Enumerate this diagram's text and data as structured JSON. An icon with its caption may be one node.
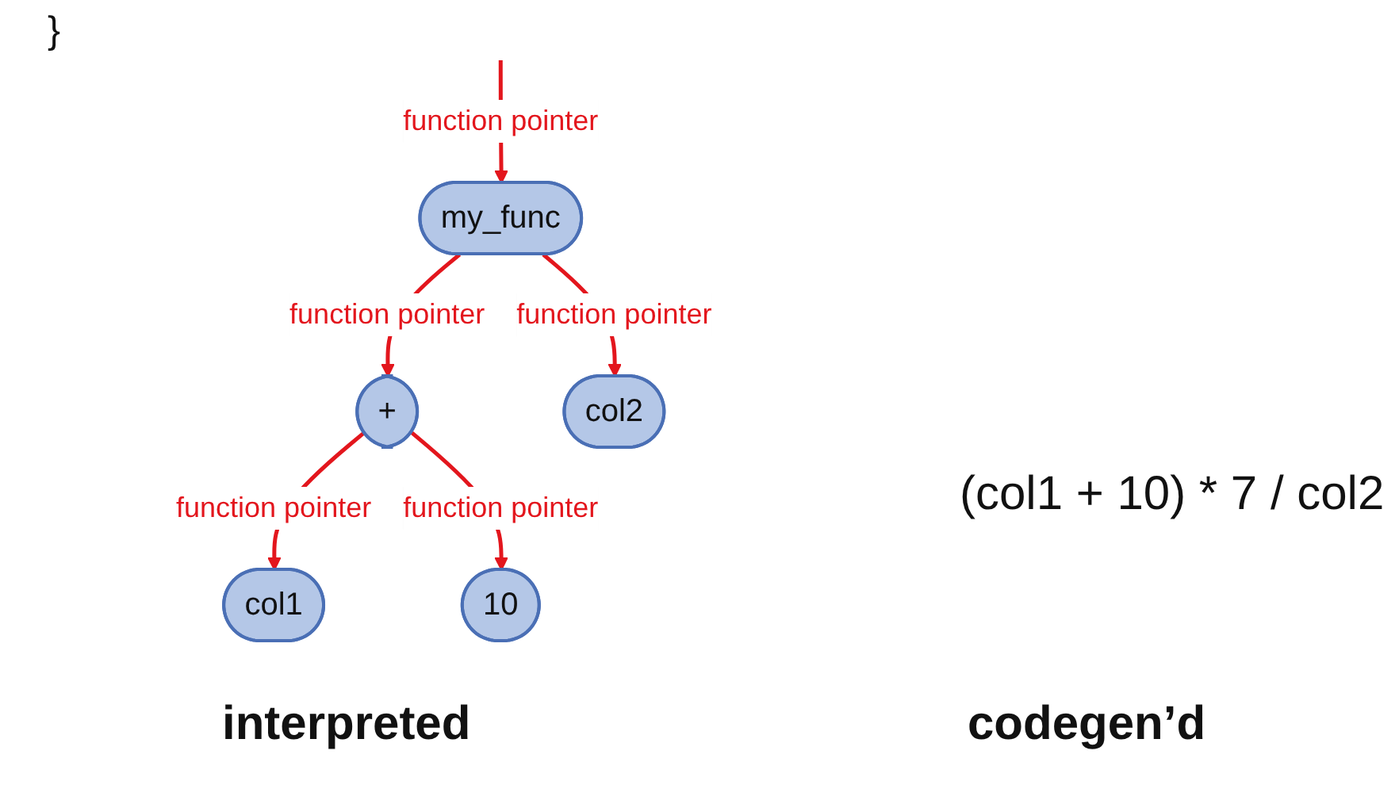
{
  "diagram": {
    "nodes": [
      {
        "text": [
          "my_func"
        ]
      },
      {
        "text": [
          "+"
        ]
      },
      {
        "text": [
          "col2"
        ]
      },
      {
        "text": [
          "col1"
        ]
      },
      {
        "text": [
          "10"
        ]
      }
    ],
    "edges": [
      {
        "from": null,
        "to": 0,
        "arrow": "to",
        "label": "function pointer"
      },
      {
        "from": 0,
        "to": 1,
        "arrow": "to",
        "label": "function pointer"
      },
      {
        "from": 0,
        "to": 2,
        "arrow": "to",
        "label": "function pointer"
      },
      {
        "from": 1,
        "to": 3,
        "arrow": "to",
        "label": "function pointer"
      },
      {
        "from": 1,
        "to": 4,
        "arrow": "to",
        "label": "function pointer"
      }
    ],
    "labels": [
      "}",
      "(col1 + 10) * 7 / col2",
      "interpreted",
      "codegen’d"
    ]
  }
}
